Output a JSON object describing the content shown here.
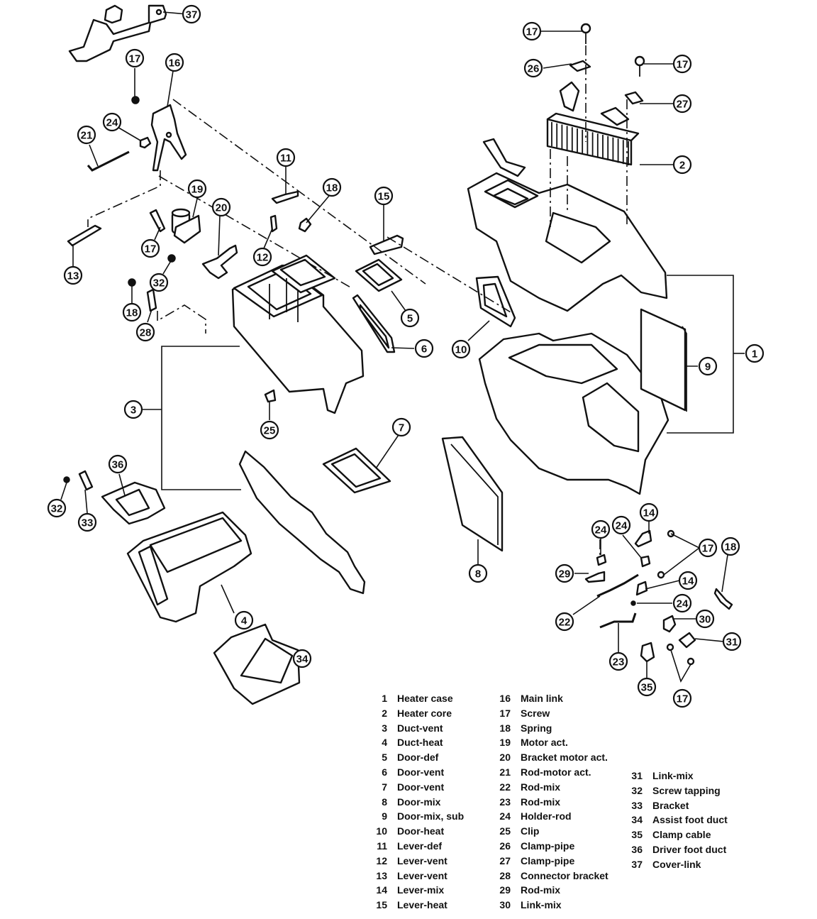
{
  "diagram": {
    "title": "Heater unit exploded view",
    "callouts": [
      {
        "id": "c37",
        "label": "37",
        "part": "Cover-link"
      },
      {
        "id": "c17a",
        "label": "17",
        "part": "Screw"
      },
      {
        "id": "c16",
        "label": "16",
        "part": "Main link"
      },
      {
        "id": "c24a",
        "label": "24",
        "part": "Holder-rod"
      },
      {
        "id": "c21",
        "label": "21",
        "part": "Rod-motor act."
      },
      {
        "id": "c11",
        "label": "11",
        "part": "Lever-def"
      },
      {
        "id": "c18a",
        "label": "18",
        "part": "Spring"
      },
      {
        "id": "c19",
        "label": "19",
        "part": "Motor act."
      },
      {
        "id": "c20",
        "label": "20",
        "part": "Bracket motor act."
      },
      {
        "id": "c17b",
        "label": "17",
        "part": "Screw"
      },
      {
        "id": "c12",
        "label": "12",
        "part": "Lever-vent"
      },
      {
        "id": "c15",
        "label": "15",
        "part": "Lever-heat"
      },
      {
        "id": "c13",
        "label": "13",
        "part": "Lever-vent"
      },
      {
        "id": "c32a",
        "label": "32",
        "part": "Screw tapping"
      },
      {
        "id": "c18b",
        "label": "18",
        "part": "Spring"
      },
      {
        "id": "c28",
        "label": "28",
        "part": "Connector bracket"
      },
      {
        "id": "c5",
        "label": "5",
        "part": "Door-def"
      },
      {
        "id": "c6",
        "label": "6",
        "part": "Door-vent"
      },
      {
        "id": "c10",
        "label": "10",
        "part": "Door-heat"
      },
      {
        "id": "c3",
        "label": "3",
        "part": "Duct-vent"
      },
      {
        "id": "c25",
        "label": "25",
        "part": "Clip"
      },
      {
        "id": "c7",
        "label": "7",
        "part": "Door-vent"
      },
      {
        "id": "c36",
        "label": "36",
        "part": "Driver foot duct"
      },
      {
        "id": "c32b",
        "label": "32",
        "part": "Screw tapping"
      },
      {
        "id": "c33",
        "label": "33",
        "part": "Bracket"
      },
      {
        "id": "c4",
        "label": "4",
        "part": "Duct-heat"
      },
      {
        "id": "c34",
        "label": "34",
        "part": "Assist foot duct"
      },
      {
        "id": "c8",
        "label": "8",
        "part": "Door-mix"
      },
      {
        "id": "c9",
        "label": "9",
        "part": "Door-mix, sub"
      },
      {
        "id": "c1",
        "label": "1",
        "part": "Heater case"
      },
      {
        "id": "c2",
        "label": "2",
        "part": "Heater core"
      },
      {
        "id": "c17c",
        "label": "17",
        "part": "Screw"
      },
      {
        "id": "c26",
        "label": "26",
        "part": "Clamp-pipe"
      },
      {
        "id": "c17d",
        "label": "17",
        "part": "Screw"
      },
      {
        "id": "c27",
        "label": "27",
        "part": "Clamp-pipe"
      },
      {
        "id": "c14a",
        "label": "14",
        "part": "Lever-mix"
      },
      {
        "id": "c24b",
        "label": "24",
        "part": "Holder-rod"
      },
      {
        "id": "c24c",
        "label": "24",
        "part": "Holder-rod"
      },
      {
        "id": "c17e",
        "label": "17",
        "part": "Screw"
      },
      {
        "id": "c18c",
        "label": "18",
        "part": "Spring"
      },
      {
        "id": "c29",
        "label": "29",
        "part": "Rod-mix"
      },
      {
        "id": "c14b",
        "label": "14",
        "part": "Lever-mix"
      },
      {
        "id": "c24d",
        "label": "24",
        "part": "Holder-rod"
      },
      {
        "id": "c22",
        "label": "22",
        "part": "Rod-mix"
      },
      {
        "id": "c30",
        "label": "30",
        "part": "Link-mix"
      },
      {
        "id": "c31",
        "label": "31",
        "part": "Link-mix"
      },
      {
        "id": "c23",
        "label": "23",
        "part": "Rod-mix"
      },
      {
        "id": "c35",
        "label": "35",
        "part": "Clamp cable"
      },
      {
        "id": "c17f",
        "label": "17",
        "part": "Screw"
      }
    ]
  },
  "legend": {
    "columns": [
      [
        {
          "num": "1",
          "name": "Heater case"
        },
        {
          "num": "2",
          "name": "Heater core"
        },
        {
          "num": "3",
          "name": "Duct-vent"
        },
        {
          "num": "4",
          "name": "Duct-heat"
        },
        {
          "num": "5",
          "name": "Door-def"
        },
        {
          "num": "6",
          "name": "Door-vent"
        },
        {
          "num": "7",
          "name": "Door-vent"
        },
        {
          "num": "8",
          "name": "Door-mix"
        },
        {
          "num": "9",
          "name": "Door-mix, sub"
        },
        {
          "num": "10",
          "name": "Door-heat"
        },
        {
          "num": "11",
          "name": "Lever-def"
        },
        {
          "num": "12",
          "name": "Lever-vent"
        },
        {
          "num": "13",
          "name": "Lever-vent"
        },
        {
          "num": "14",
          "name": "Lever-mix"
        },
        {
          "num": "15",
          "name": "Lever-heat"
        }
      ],
      [
        {
          "num": "16",
          "name": "Main link"
        },
        {
          "num": "17",
          "name": "Screw"
        },
        {
          "num": "18",
          "name": "Spring"
        },
        {
          "num": "19",
          "name": "Motor act."
        },
        {
          "num": "20",
          "name": "Bracket motor act."
        },
        {
          "num": "21",
          "name": "Rod-motor act."
        },
        {
          "num": "22",
          "name": "Rod-mix"
        },
        {
          "num": "23",
          "name": "Rod-mix"
        },
        {
          "num": "24",
          "name": "Holder-rod"
        },
        {
          "num": "25",
          "name": "Clip"
        },
        {
          "num": "26",
          "name": "Clamp-pipe"
        },
        {
          "num": "27",
          "name": "Clamp-pipe"
        },
        {
          "num": "28",
          "name": "Connector bracket"
        },
        {
          "num": "29",
          "name": "Rod-mix"
        },
        {
          "num": "30",
          "name": "Link-mix"
        }
      ],
      [
        {
          "num": "31",
          "name": "Link-mix"
        },
        {
          "num": "32",
          "name": "Screw tapping"
        },
        {
          "num": "33",
          "name": "Bracket"
        },
        {
          "num": "34",
          "name": "Assist foot duct"
        },
        {
          "num": "35",
          "name": "Clamp cable"
        },
        {
          "num": "36",
          "name": "Driver foot duct"
        },
        {
          "num": "37",
          "name": "Cover-link"
        }
      ]
    ]
  }
}
